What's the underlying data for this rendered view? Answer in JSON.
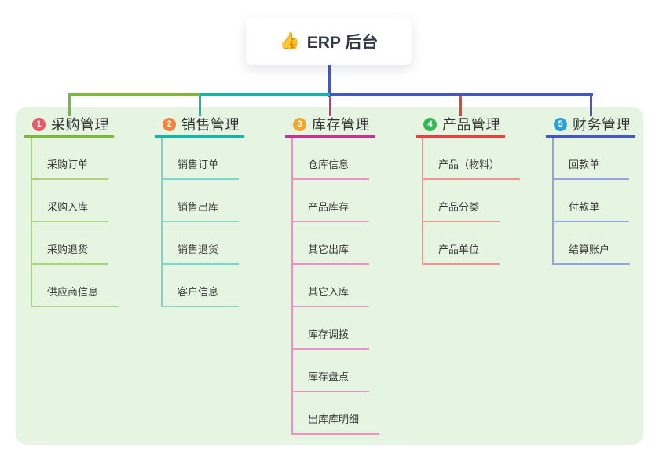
{
  "page": {
    "background_color": "#ffffff",
    "panel_color": "#e6f5e1"
  },
  "root": {
    "emoji": "👍",
    "label": "ERP 后台",
    "connector_color": "#4456c5"
  },
  "branches": [
    {
      "num": "1",
      "label": "采购管理",
      "badge_color": "#ef5767",
      "line_color": "#7eb73f",
      "child_line_color": "#abd37e",
      "children": [
        "采购订单",
        "采购入库",
        "采购退货",
        "供应商信息"
      ]
    },
    {
      "num": "2",
      "label": "销售管理",
      "badge_color": "#f5823e",
      "line_color": "#16b5ab",
      "child_line_color": "#7ed3cb",
      "children": [
        "销售订单",
        "销售出库",
        "销售退货",
        "客户信息"
      ]
    },
    {
      "num": "3",
      "label": "库存管理",
      "badge_color": "#f7a62c",
      "line_color": "#cb2f90",
      "child_line_color": "#ee8fc6",
      "children": [
        "仓库信息",
        "产品库存",
        "其它出库",
        "其它入库",
        "库存调拨",
        "库存盘点",
        "出库库明细"
      ]
    },
    {
      "num": "4",
      "label": "产品管理",
      "badge_color": "#36b857",
      "line_color": "#ea403f",
      "child_line_color": "#f49290",
      "children": [
        "产品（物料）",
        "产品分类",
        "产品单位"
      ]
    },
    {
      "num": "5",
      "label": "财务管理",
      "badge_color": "#2ba0d9",
      "line_color": "#4456c5",
      "child_line_color": "#92a5de",
      "children": [
        "回款单",
        "付款单",
        "结算账户"
      ]
    }
  ]
}
